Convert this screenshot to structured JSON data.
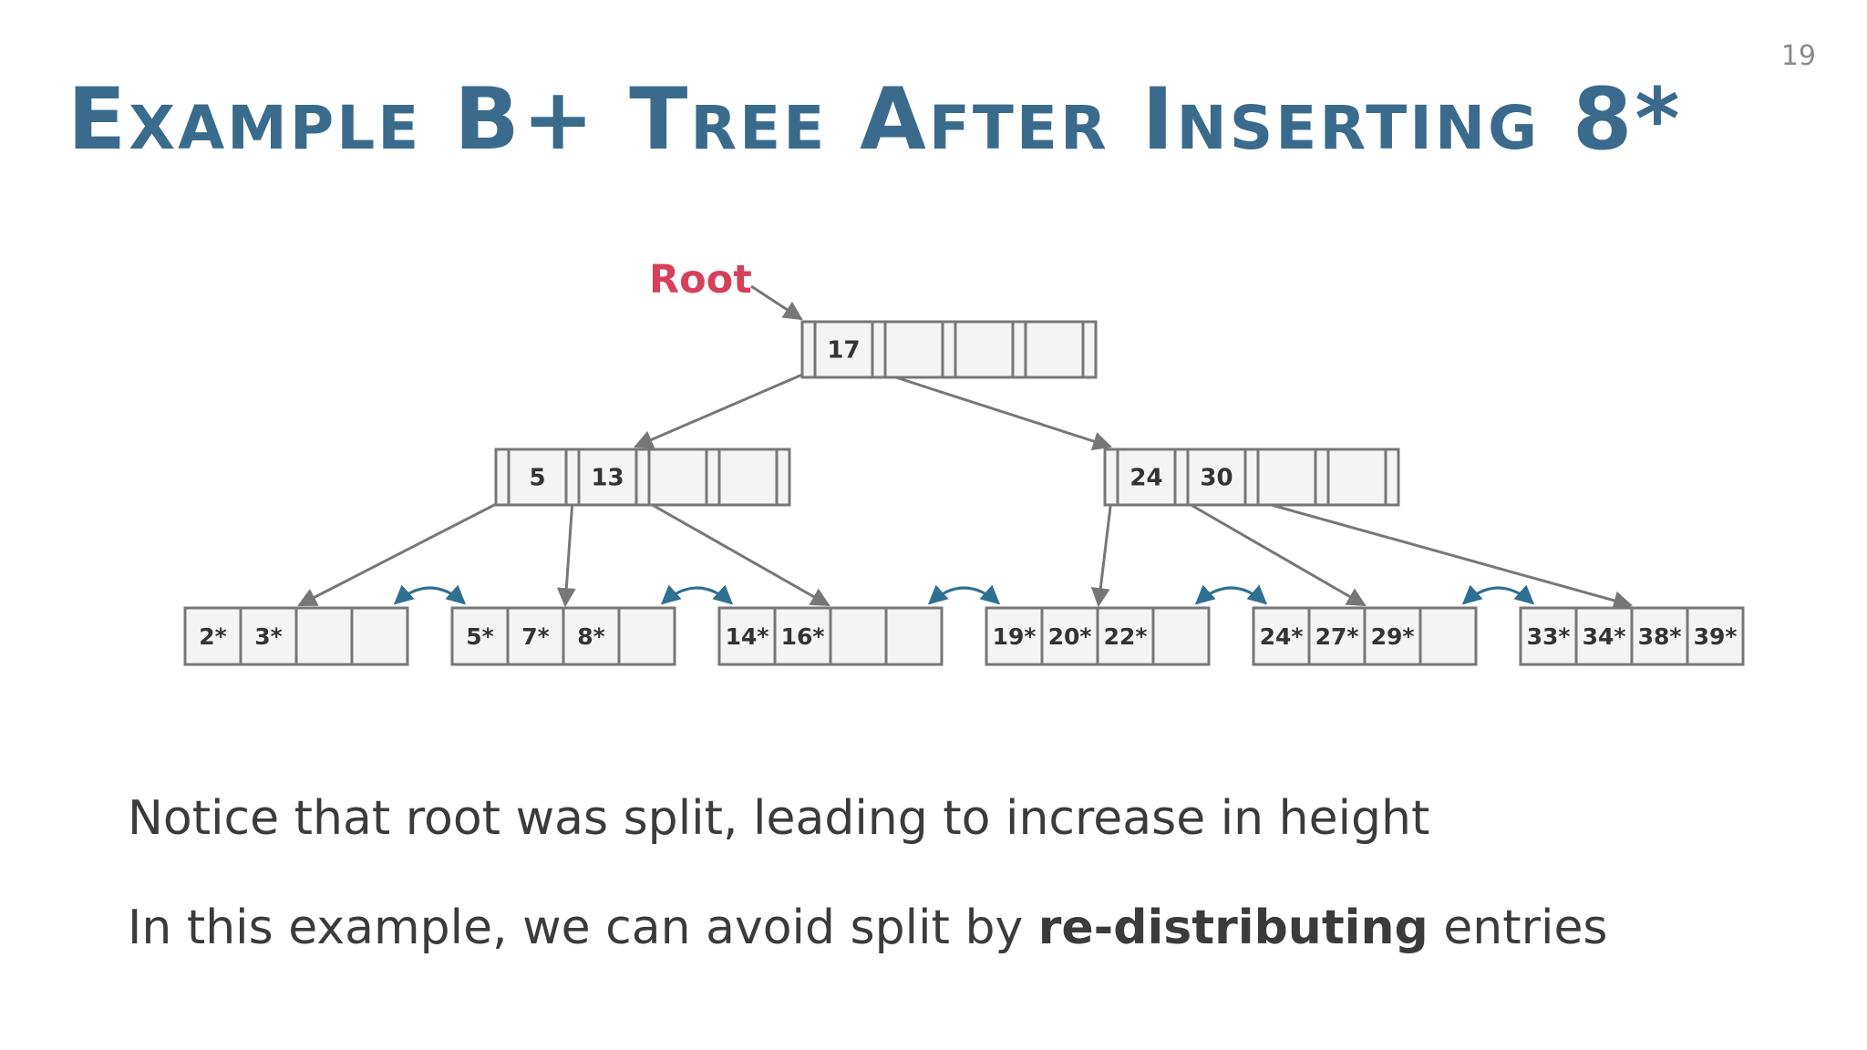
{
  "slide": {
    "page_number": "19",
    "title": "Example B+ Tree After Inserting 8*"
  },
  "tree": {
    "root_label": "Root",
    "root_node": {
      "keys": [
        "17",
        "",
        "",
        ""
      ]
    },
    "inner_nodes": [
      {
        "keys": [
          "5",
          "13",
          "",
          ""
        ]
      },
      {
        "keys": [
          "24",
          "30",
          "",
          ""
        ]
      }
    ],
    "leaves": [
      {
        "entries": [
          "2*",
          "3*",
          "",
          ""
        ]
      },
      {
        "entries": [
          "5*",
          "7*",
          "8*",
          ""
        ]
      },
      {
        "entries": [
          "14*",
          "16*",
          "",
          ""
        ]
      },
      {
        "entries": [
          "19*",
          "20*",
          "22*",
          ""
        ]
      },
      {
        "entries": [
          "24*",
          "27*",
          "29*",
          ""
        ]
      },
      {
        "entries": [
          "33*",
          "34*",
          "38*",
          "39*"
        ]
      }
    ],
    "colors": {
      "root_label": "#d6405a",
      "node_border": "#777777",
      "node_fill": "#f4f4f4",
      "pointer": "#777777",
      "sibling_link": "#2f6f91"
    }
  },
  "notes": {
    "note1": "Notice that root was split, leading to increase in height",
    "note2_prefix": "In this example, we can avoid split by ",
    "note2_bold": "re-distributing",
    "note2_suffix": " entries"
  }
}
